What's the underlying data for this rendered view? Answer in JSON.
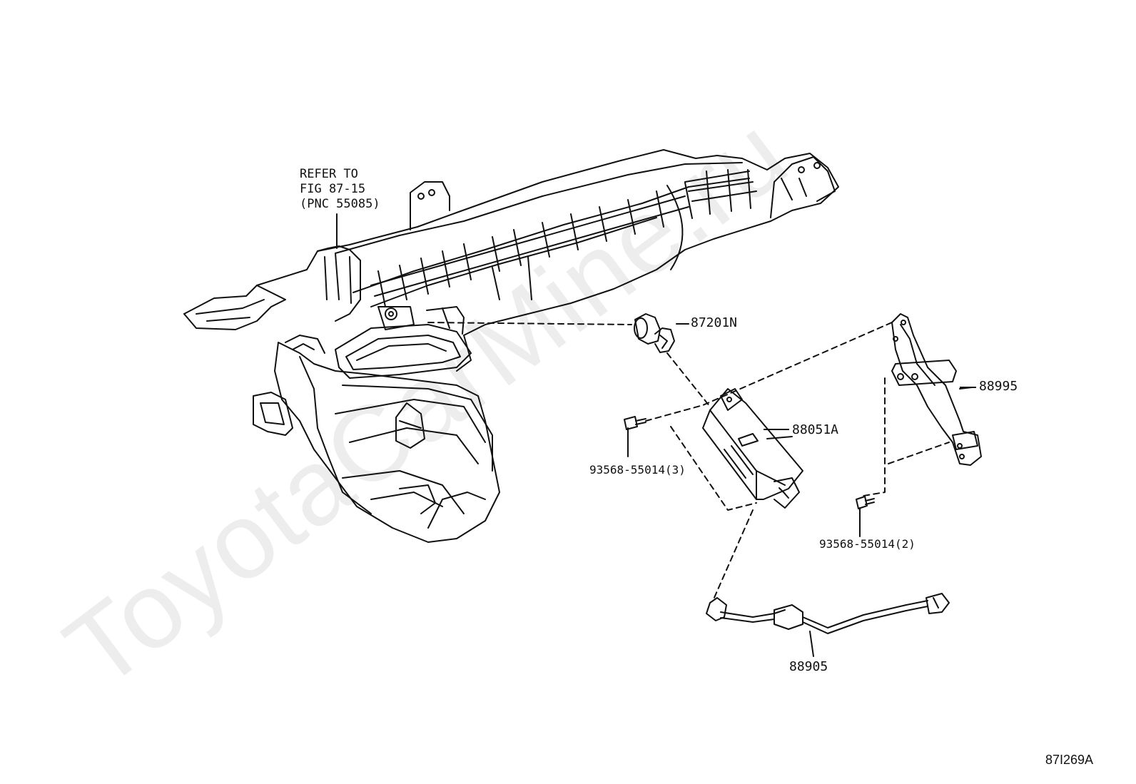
{
  "reference_note": {
    "line1": "REFER TO",
    "line2": "FIG 87-15",
    "line3": "(PNC 55085)"
  },
  "parts": {
    "p87201N": "87201N",
    "p88995": "88995",
    "p88051A": "88051A",
    "p93568_3": "93568-55014(3)",
    "p93568_2": "93568-55014(2)",
    "p88905": "88905"
  },
  "watermark": "ToyotaCarMine.ru",
  "diagram_code": "87I269A"
}
